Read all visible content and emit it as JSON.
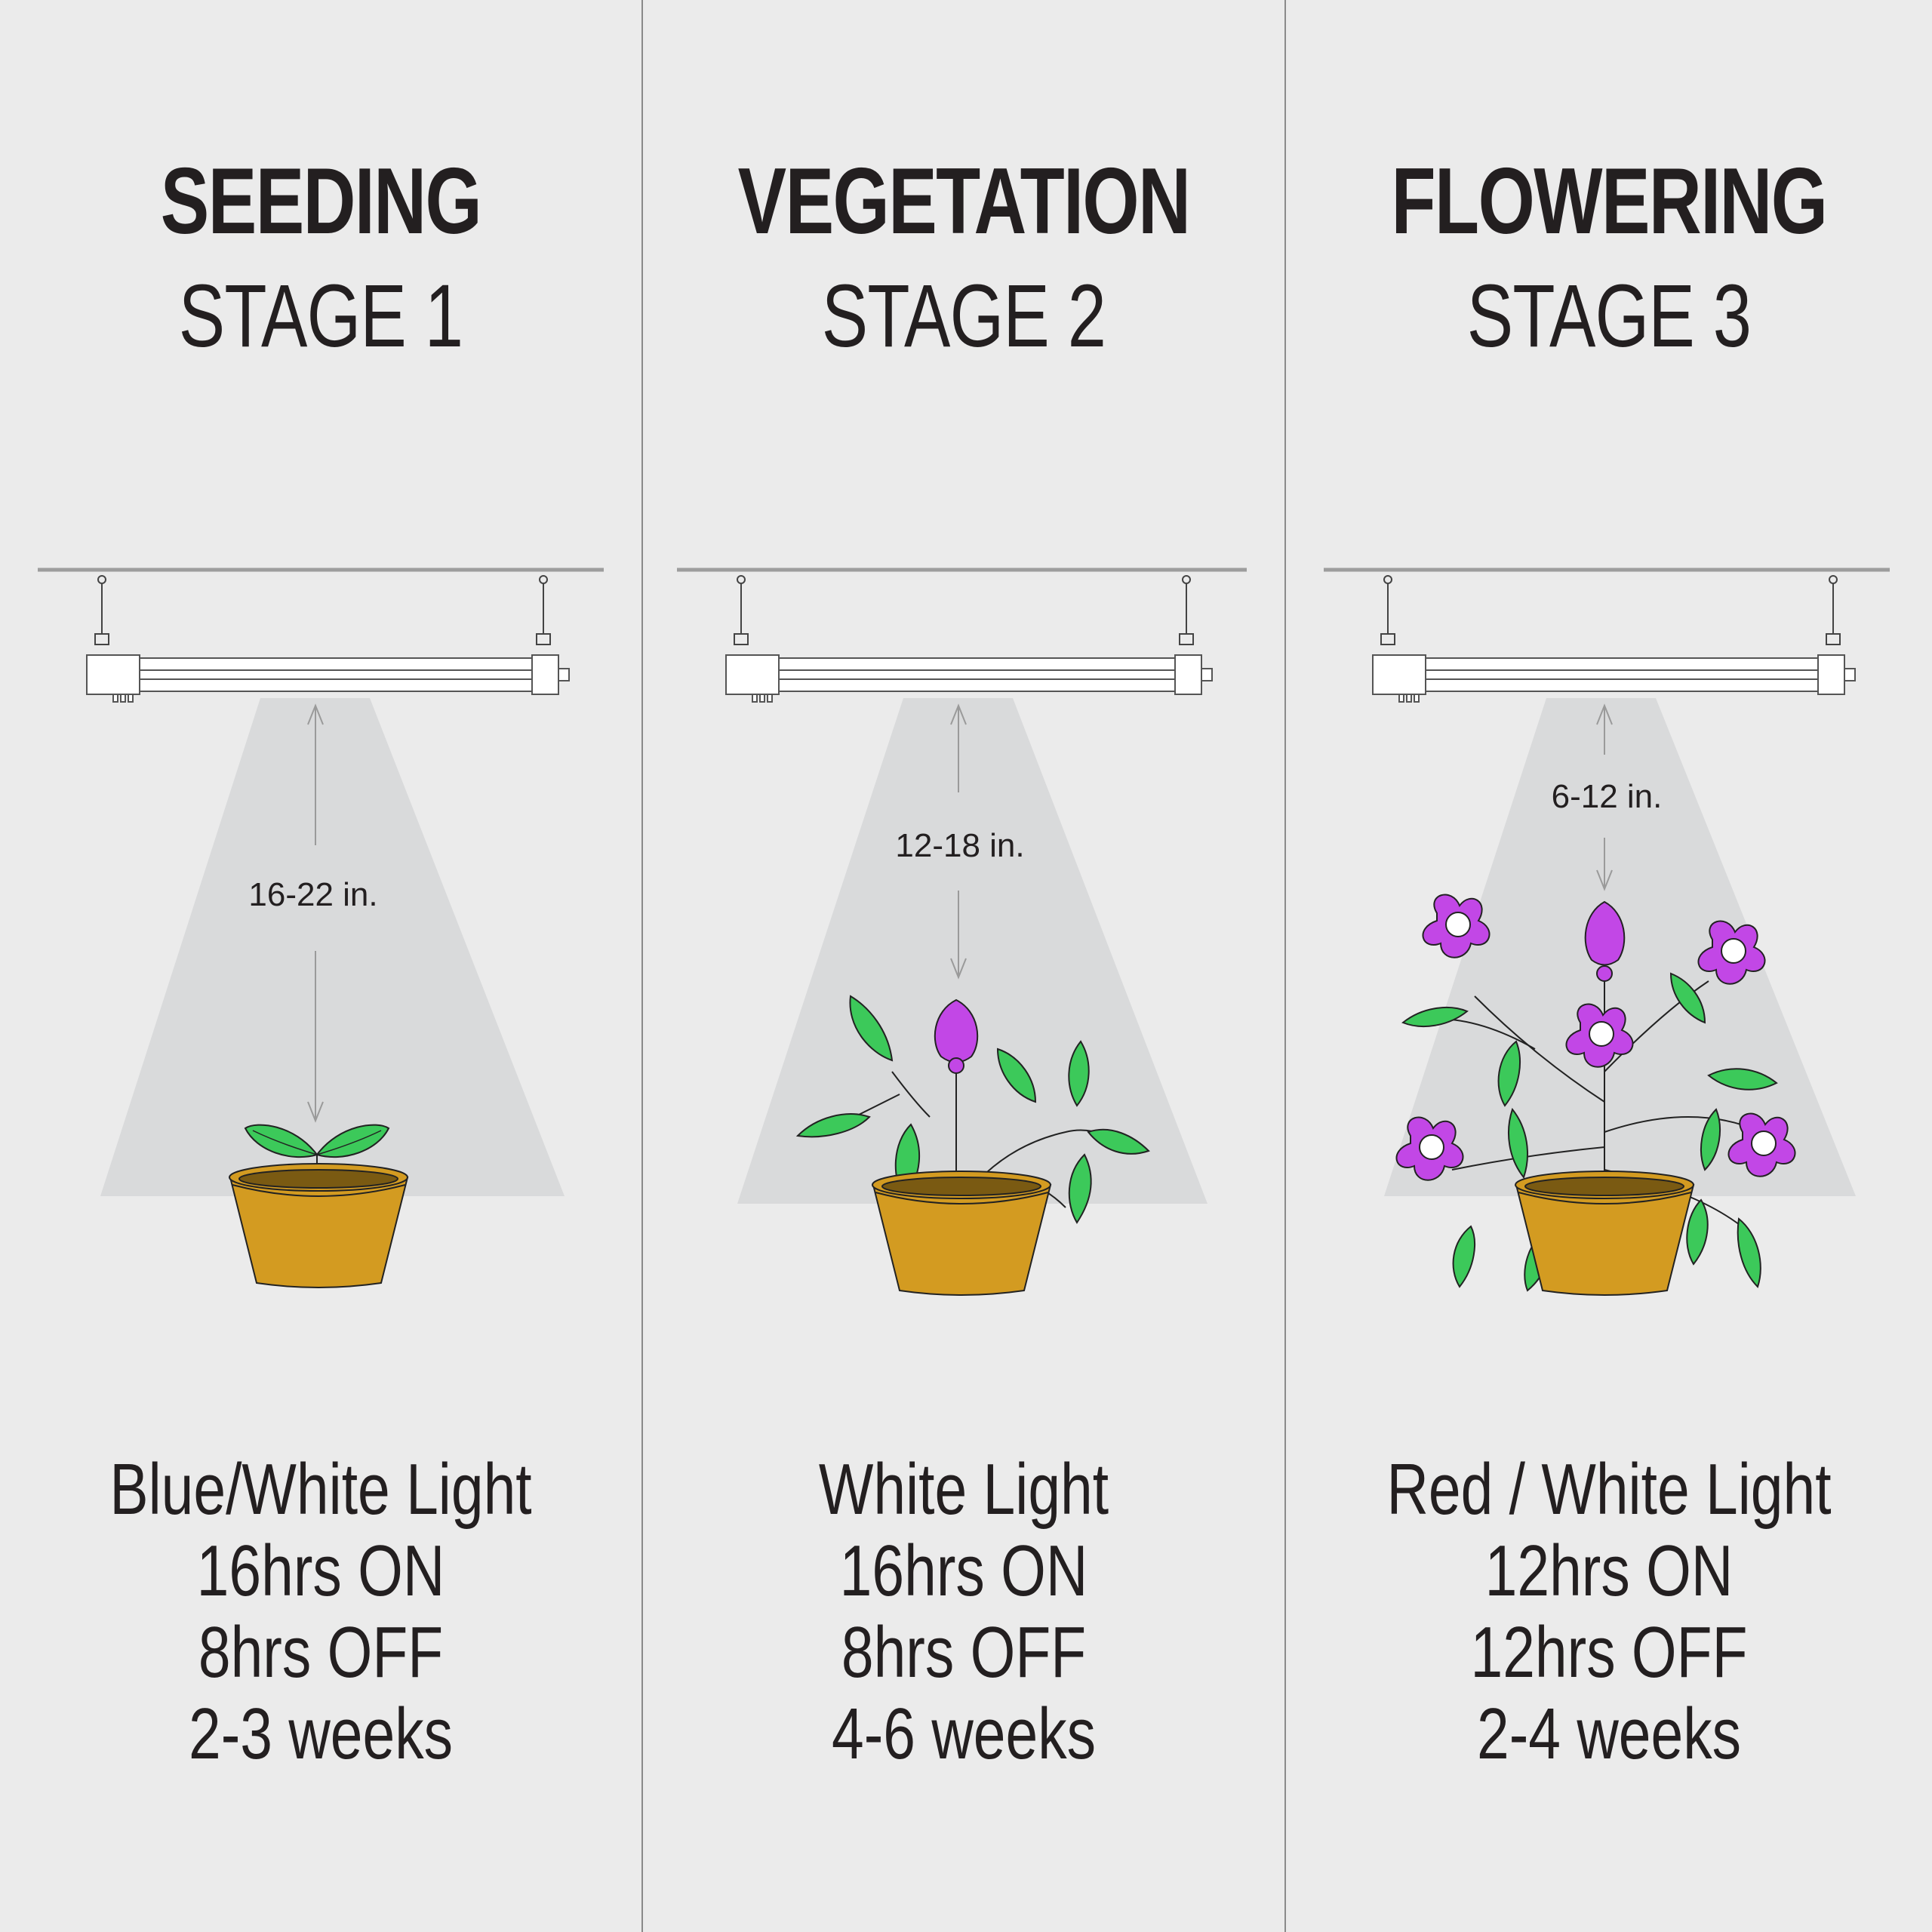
{
  "colors": {
    "background": "#ebebeb",
    "light_cone": "#d9dadb",
    "pot": "#d39b21",
    "soil": "#7a5a12",
    "leaf": "#3cc95a",
    "flower": "#c247e6"
  },
  "stages": [
    {
      "name": "SEEDING",
      "stage": "STAGE 1",
      "distance": "16-22 in.",
      "light": "Blue/White Light",
      "on": "16hrs ON",
      "off": "8hrs OFF",
      "duration": "2-3 weeks"
    },
    {
      "name": "VEGETATION",
      "stage": "STAGE 2",
      "distance": "12-18 in.",
      "light": "White Light",
      "on": "16hrs ON",
      "off": "8hrs OFF",
      "duration": "4-6 weeks"
    },
    {
      "name": "FLOWERING",
      "stage": "STAGE 3",
      "distance": "6-12 in.",
      "light": "Red / White Light",
      "on": "12hrs ON",
      "off": "12hrs OFF",
      "duration": "2-4 weeks"
    }
  ]
}
